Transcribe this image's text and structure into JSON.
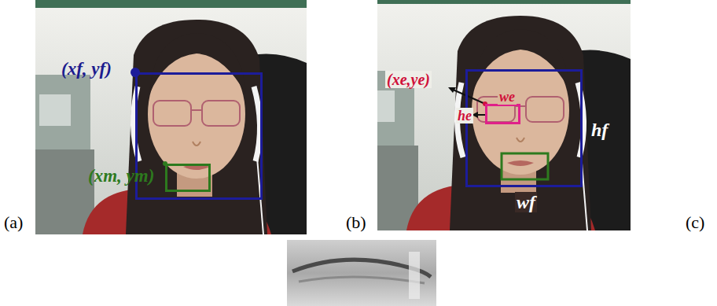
{
  "diagram": {
    "nodes": [
      {
        "text": [
          "(xf, yf)"
        ]
      },
      {
        "text": [
          "(xm, ym)"
        ],
        "in": 0
      },
      {
        "text": [
          "hf",
          "wf"
        ]
      },
      {
        "text": [
          "(xe,ye)",
          "we",
          "he"
        ],
        "in": 2
      }
    ],
    "labels": [
      "(a)",
      "(b)",
      "(c)"
    ]
  }
}
